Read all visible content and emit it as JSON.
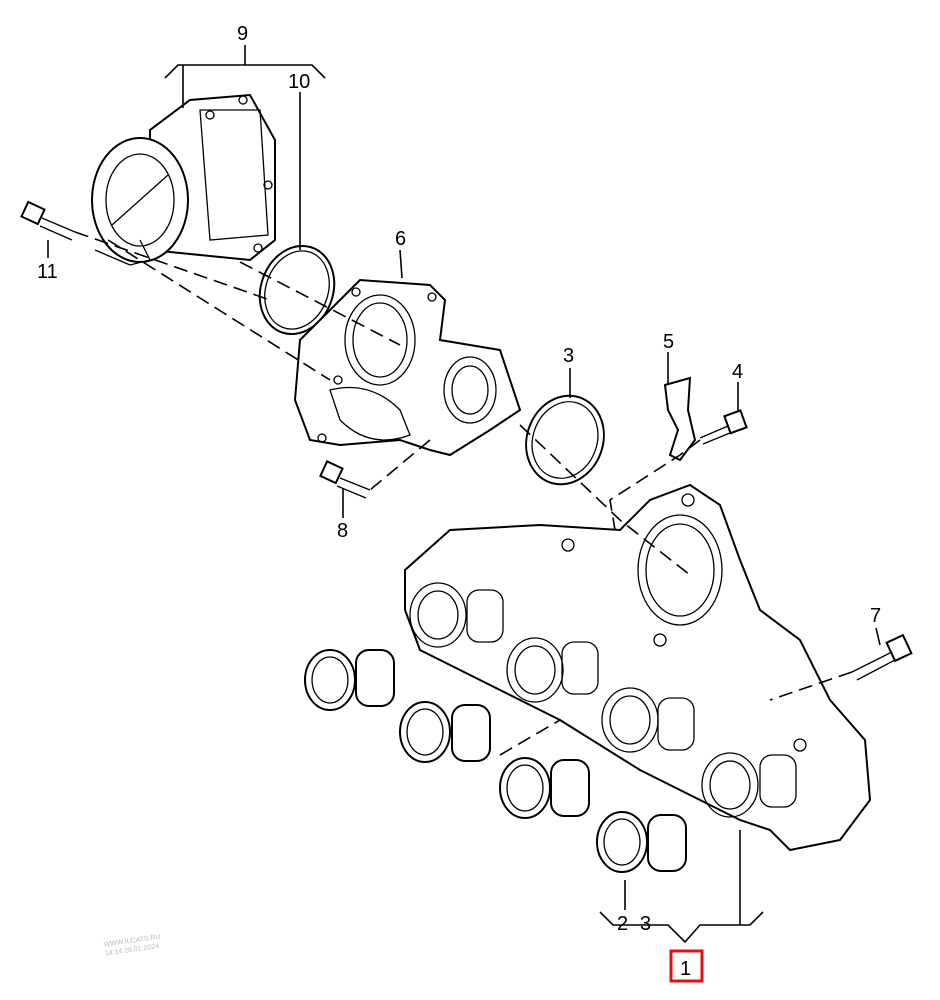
{
  "diagram": {
    "callouts": {
      "c9": "9",
      "c10": "10",
      "c11": "11",
      "c6": "6",
      "c3a": "3",
      "c5": "5",
      "c4": "4",
      "c8": "8",
      "c7": "7",
      "c2": "2",
      "c3b": "3",
      "c1": "1"
    },
    "selected_callout": "1",
    "highlight_color": "#e01010",
    "watermark": {
      "line1": "WWW.ILCATS.RU",
      "line2": "14:14 28.01.2024"
    }
  }
}
